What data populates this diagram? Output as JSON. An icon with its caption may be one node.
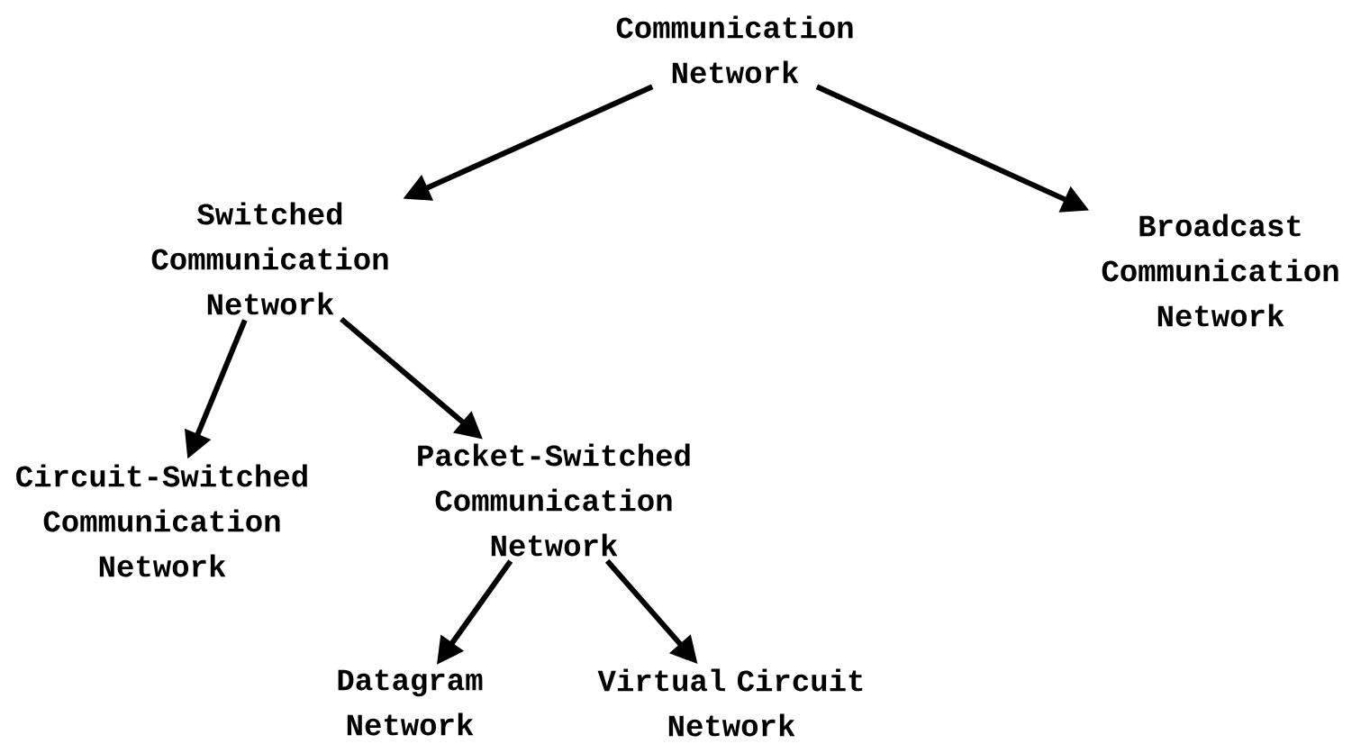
{
  "diagram": {
    "nodes": [
      {
        "text": [
          "Communication Network"
        ]
      },
      {
        "text": [
          "Switched Communication Network"
        ]
      },
      {
        "text": [
          "Broadcast Communication Network"
        ]
      },
      {
        "text": [
          "Circuit-Switched Communication Network"
        ]
      },
      {
        "text": [
          "Packet-Switched Communication Network"
        ]
      },
      {
        "text": [
          "Datagram Network"
        ]
      },
      {
        "text": [
          "Virtual Circuit Network"
        ]
      }
    ],
    "edges": [
      {
        "from": 0,
        "to": 1,
        "arrow": "to"
      },
      {
        "from": 0,
        "to": 2,
        "arrow": "to"
      },
      {
        "from": 1,
        "to": 3,
        "arrow": "to"
      },
      {
        "from": 1,
        "to": 4,
        "arrow": "to"
      },
      {
        "from": 4,
        "to": 5,
        "arrow": "to"
      },
      {
        "from": 4,
        "to": 6,
        "arrow": "to"
      }
    ]
  }
}
